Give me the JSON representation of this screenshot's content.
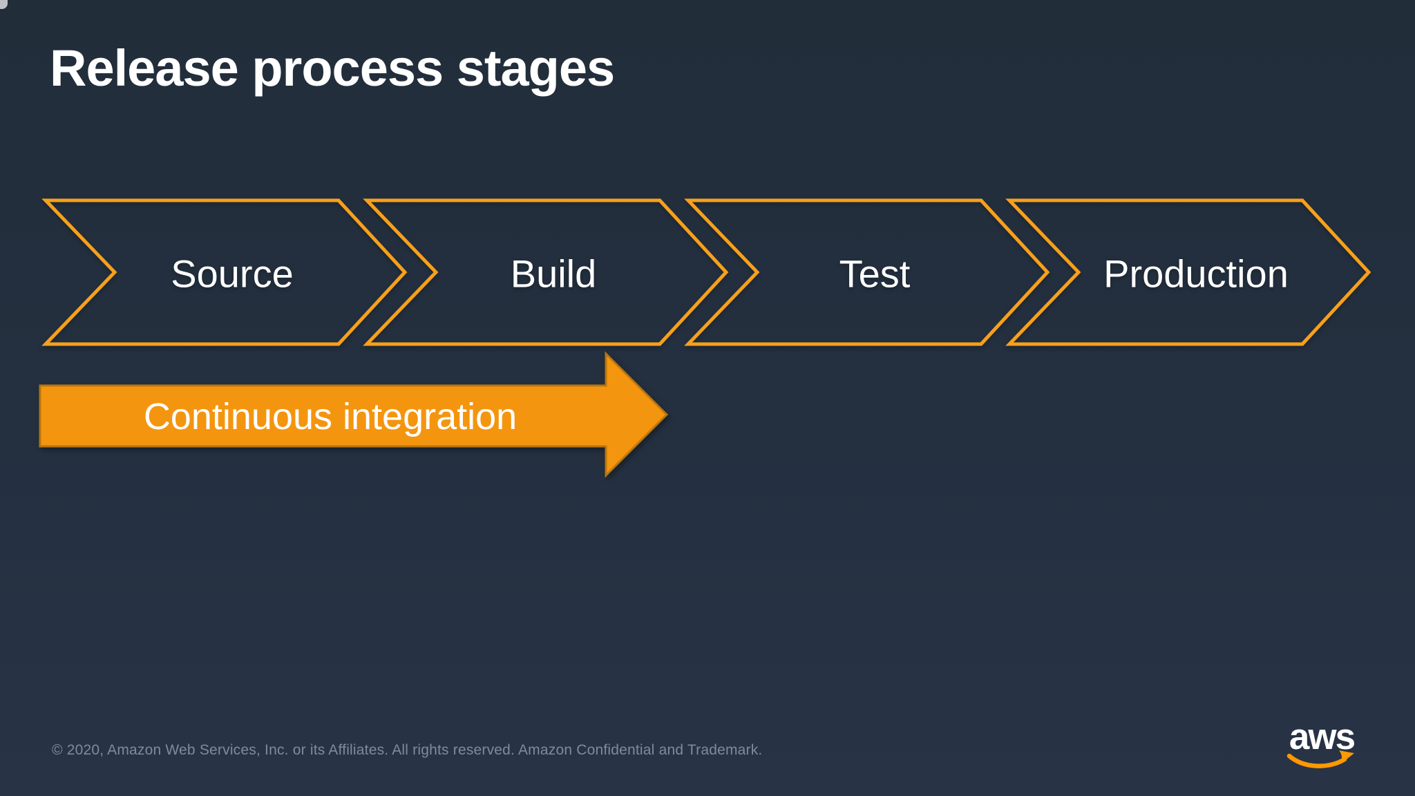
{
  "slide": {
    "title": "Release process stages",
    "stages": [
      {
        "label": "Source"
      },
      {
        "label": "Build"
      },
      {
        "label": "Test"
      },
      {
        "label": "Production"
      }
    ],
    "banner": {
      "label": "Continuous integration"
    },
    "footer": "© 2020, Amazon Web Services, Inc. or its Affiliates. All rights reserved. Amazon Confidential and Trademark.",
    "logo": {
      "text": "aws"
    },
    "colors": {
      "background": "#232F3E",
      "chevron_outline": "#F7A01B",
      "arrow_fill": "#F4950F",
      "arrow_border": "#BA750B",
      "title_text": "#FFFFFF",
      "stage_text": "#FFFFFF",
      "footer_text": "#7D8BA0",
      "logo_smile": "#FF9900"
    }
  }
}
